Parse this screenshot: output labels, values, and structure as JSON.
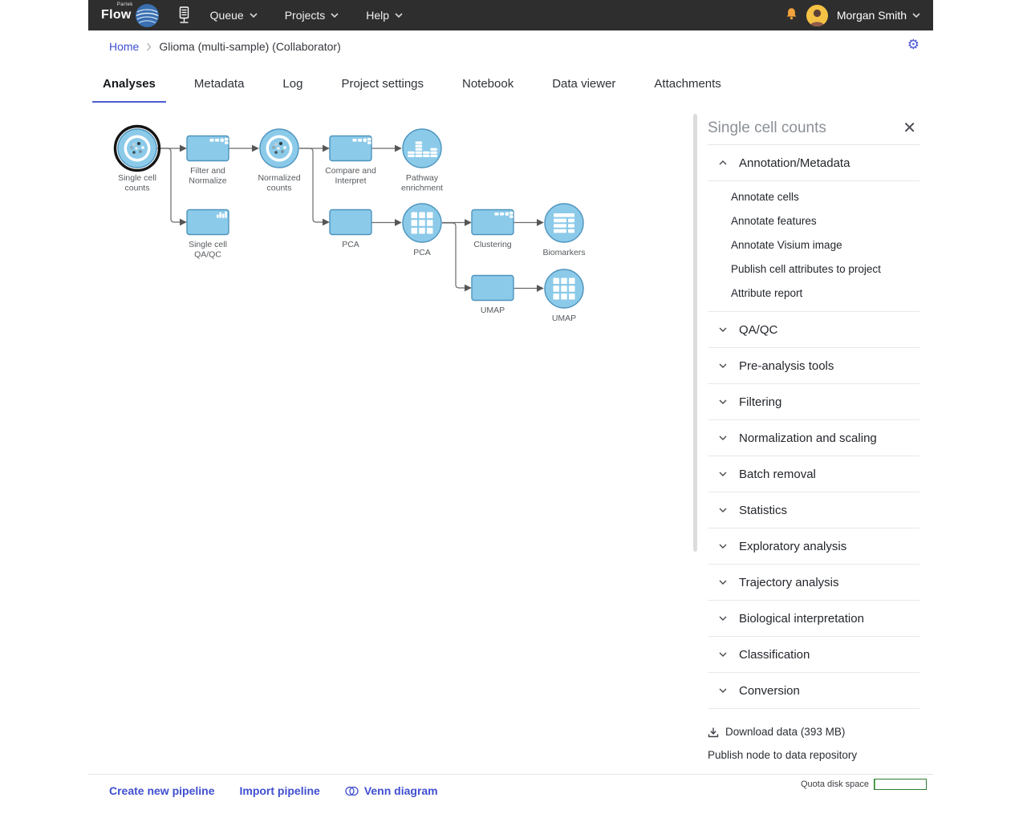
{
  "navbar": {
    "brand": {
      "line1": "Partek",
      "line2": "Flow"
    },
    "menus": [
      {
        "label": "Queue"
      },
      {
        "label": "Projects"
      },
      {
        "label": "Help"
      }
    ],
    "user": {
      "name": "Morgan Smith"
    }
  },
  "breadcrumb": {
    "home": "Home",
    "current": "Glioma (multi-sample) (Collaborator)"
  },
  "tabs": [
    {
      "label": "Analyses",
      "active": true
    },
    {
      "label": "Metadata",
      "active": false
    },
    {
      "label": "Log",
      "active": false
    },
    {
      "label": "Project settings",
      "active": false
    },
    {
      "label": "Notebook",
      "active": false
    },
    {
      "label": "Data viewer",
      "active": false
    },
    {
      "label": "Attachments",
      "active": false
    }
  ],
  "pipeline": {
    "nodes": [
      {
        "id": "single-cell-counts",
        "shape": "circle",
        "icon": "dish-dots",
        "selected": true,
        "label_lines": [
          "Single cell",
          "counts"
        ]
      },
      {
        "id": "filter-normalize",
        "shape": "rect",
        "icon": "task-mini",
        "selected": false,
        "label_lines": [
          "Filter and",
          "Normalize"
        ]
      },
      {
        "id": "single-cell-qaqc",
        "shape": "rect",
        "icon": "bars-mini",
        "selected": false,
        "label_lines": [
          "Single cell",
          "QA/QC"
        ]
      },
      {
        "id": "normalized-counts",
        "shape": "circle",
        "icon": "dish-dots",
        "selected": false,
        "label_lines": [
          "Normalized",
          "counts"
        ]
      },
      {
        "id": "compare-interpret",
        "shape": "rect",
        "icon": "task-mini",
        "selected": false,
        "label_lines": [
          "Compare and",
          "Interpret"
        ]
      },
      {
        "id": "pca-task",
        "shape": "rect",
        "icon": "none",
        "selected": false,
        "label_lines": [
          "PCA"
        ]
      },
      {
        "id": "pathway-enrichment",
        "shape": "circle",
        "icon": "histogram",
        "selected": false,
        "label_lines": [
          "Pathway",
          "enrichment"
        ]
      },
      {
        "id": "pca-data",
        "shape": "circle",
        "icon": "grid",
        "selected": false,
        "label_lines": [
          "PCA"
        ]
      },
      {
        "id": "clustering",
        "shape": "rect",
        "icon": "task-mini",
        "selected": false,
        "label_lines": [
          "Clustering"
        ]
      },
      {
        "id": "biomarkers",
        "shape": "circle",
        "icon": "rows",
        "selected": false,
        "label_lines": [
          "Biomarkers"
        ]
      },
      {
        "id": "umap-task",
        "shape": "rect",
        "icon": "none",
        "selected": false,
        "label_lines": [
          "UMAP"
        ]
      },
      {
        "id": "umap-data",
        "shape": "circle",
        "icon": "grid",
        "selected": false,
        "label_lines": [
          "UMAP"
        ]
      }
    ],
    "edges": [
      {
        "from": "single-cell-counts",
        "to": "filter-normalize",
        "type": "straight"
      },
      {
        "from": "single-cell-counts",
        "to": "single-cell-qaqc",
        "type": "elbow"
      },
      {
        "from": "filter-normalize",
        "to": "normalized-counts",
        "type": "straight"
      },
      {
        "from": "normalized-counts",
        "to": "compare-interpret",
        "type": "straight"
      },
      {
        "from": "normalized-counts",
        "to": "pca-task",
        "type": "elbow"
      },
      {
        "from": "compare-interpret",
        "to": "pathway-enrichment",
        "type": "straight"
      },
      {
        "from": "pca-task",
        "to": "pca-data",
        "type": "straight"
      },
      {
        "from": "pca-data",
        "to": "clustering",
        "type": "straight"
      },
      {
        "from": "pca-data",
        "to": "umap-task",
        "type": "elbow"
      },
      {
        "from": "clustering",
        "to": "biomarkers",
        "type": "straight"
      },
      {
        "from": "umap-task",
        "to": "umap-data",
        "type": "straight"
      }
    ]
  },
  "panel": {
    "title": "Single cell counts",
    "sections": [
      {
        "label": "Annotation/Metadata",
        "expanded": true,
        "items": [
          "Annotate cells",
          "Annotate features",
          "Annotate Visium image",
          "Publish cell attributes to project",
          "Attribute report"
        ]
      },
      {
        "label": "QA/QC",
        "expanded": false
      },
      {
        "label": "Pre-analysis tools",
        "expanded": false
      },
      {
        "label": "Filtering",
        "expanded": false
      },
      {
        "label": "Normalization and scaling",
        "expanded": false
      },
      {
        "label": "Batch removal",
        "expanded": false
      },
      {
        "label": "Statistics",
        "expanded": false
      },
      {
        "label": "Exploratory analysis",
        "expanded": false
      },
      {
        "label": "Trajectory analysis",
        "expanded": false
      },
      {
        "label": "Biological interpretation",
        "expanded": false
      },
      {
        "label": "Classification",
        "expanded": false
      },
      {
        "label": "Conversion",
        "expanded": false
      }
    ],
    "download_label": "Download data (393 MB)",
    "publish_label": "Publish node to data repository"
  },
  "footer": {
    "links": [
      {
        "label": "Create new pipeline",
        "icon": "none"
      },
      {
        "label": "Import pipeline",
        "icon": "none"
      },
      {
        "label": "Venn diagram",
        "icon": "venn"
      }
    ],
    "quota_label": "Quota disk space",
    "quota_percent": 2
  },
  "colors": {
    "accent_link": "#3f4fd0",
    "node_fill": "#8CCAE9",
    "node_border": "#4E94BE",
    "edge": "#6a6a6a",
    "navbar_bg": "#2e2e2e",
    "bell": "#F2A33C",
    "quota_border": "#2e7d32"
  }
}
